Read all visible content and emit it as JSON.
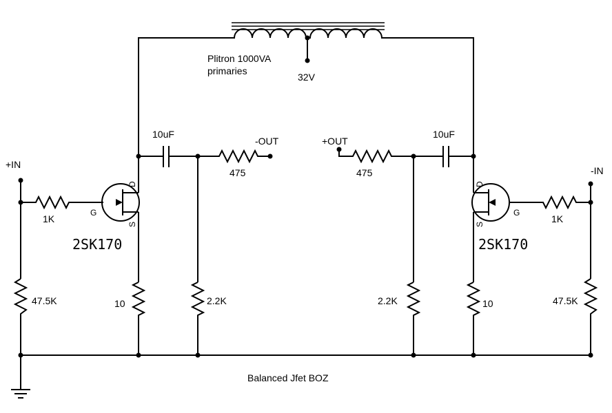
{
  "title": "Balanced Jfet BOZ",
  "transformer": {
    "label_line1": "Plitron 1000VA",
    "label_line2": "primaries",
    "tap_label": "32V"
  },
  "left": {
    "input_label": "+IN",
    "output_label": "-OUT",
    "gate_resistor": "1K",
    "bias_resistor": "47.5K",
    "source_resistor": "10",
    "load_resistor": "2.2K",
    "output_resistor": "475",
    "cap": "10uF",
    "jfet": "2SK170",
    "pin_g": "G",
    "pin_d": "D",
    "pin_s": "S"
  },
  "right": {
    "input_label": "-IN",
    "output_label": "+OUT",
    "gate_resistor": "1K",
    "bias_resistor": "47.5K",
    "source_resistor": "10",
    "load_resistor": "2.2K",
    "output_resistor": "475",
    "cap": "10uF",
    "jfet": "2SK170",
    "pin_g": "G",
    "pin_d": "D",
    "pin_s": "S"
  }
}
